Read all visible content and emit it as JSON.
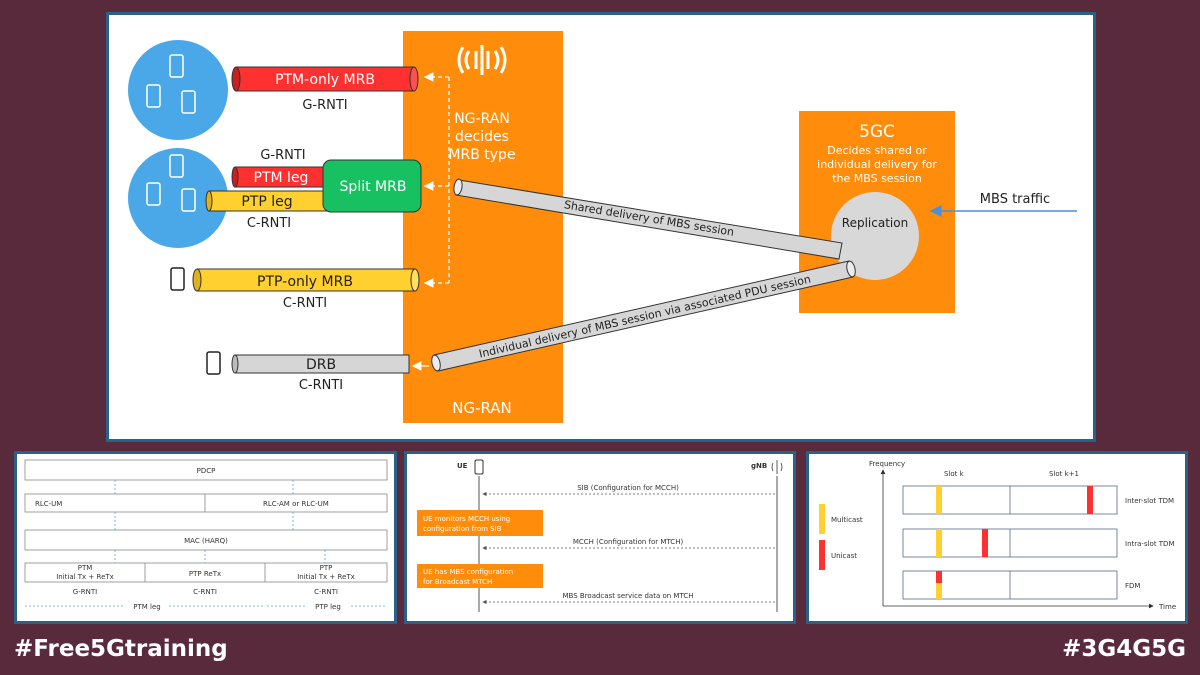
{
  "main": {
    "ngran_decides": [
      "NG-RAN",
      "decides",
      "MRB type"
    ],
    "ngran_label": "NG-RAN",
    "fivegc_title": "5GC",
    "fivegc_desc": [
      "Decides shared or",
      "individual delivery for",
      "the MBS session"
    ],
    "replication": "Replication",
    "mbs_traffic": "MBS traffic",
    "ptm_only_mrb": "PTM-only MRB",
    "g_rnti": "G-RNTI",
    "c_rnti": "C-RNTI",
    "ptm_leg": "PTM leg",
    "ptp_leg": "PTP leg",
    "split_mrb": "Split MRB",
    "ptp_only_mrb": "PTP-only MRB",
    "drb": "DRB",
    "shared_delivery": "Shared delivery of MBS session",
    "individual_delivery": "Individual delivery of MBS session via associated PDU session",
    "colors": {
      "orange": "#ff8c0a",
      "blue": "#4aa8e8",
      "red": "#ff3030",
      "yellow": "#ffd030",
      "green": "#17c060",
      "gray": "#d6d6d6"
    }
  },
  "protocol": {
    "pdcp": "PDCP",
    "rlc_um": "RLC-UM",
    "rlc_am_um": "RLC-AM or RLC-UM",
    "mac": "MAC (HARQ)",
    "ptm": [
      "PTM",
      "Initial Tx + ReTx"
    ],
    "ptp_retx": "PTP ReTx",
    "ptp": [
      "PTP",
      "Initial Tx + ReTx"
    ],
    "g_rnti": "G-RNTI",
    "c_rnti1": "C-RNTI",
    "c_rnti2": "C-RNTI",
    "ptm_leg": "PTM leg",
    "ptp_leg": "PTP leg"
  },
  "sequence": {
    "ue": "UE",
    "gnb": "gNB",
    "sib_msg": "SIB (Configuration for MCCH)",
    "box1": [
      "UE monitors MCCH using",
      "configuration from SIB"
    ],
    "mcch_msg": "MCCH (Configuration for MTCH)",
    "box2": [
      "UE has MBS configuration",
      "for Broadcast MTCH"
    ],
    "data_msg": "MBS Broadcast service data on MTCH"
  },
  "tdm": {
    "frequency": "Frequency",
    "time": "Time",
    "slot_k": "Slot k",
    "slot_k1": "Slot k+1",
    "multicast": "Multicast",
    "unicast": "Unicast",
    "inter": "Inter-slot TDM",
    "intra": "Intra-slot TDM",
    "fdm": "FDM"
  },
  "tags": {
    "left": "#Free5Gtraining",
    "right": "#3G4G5G"
  }
}
